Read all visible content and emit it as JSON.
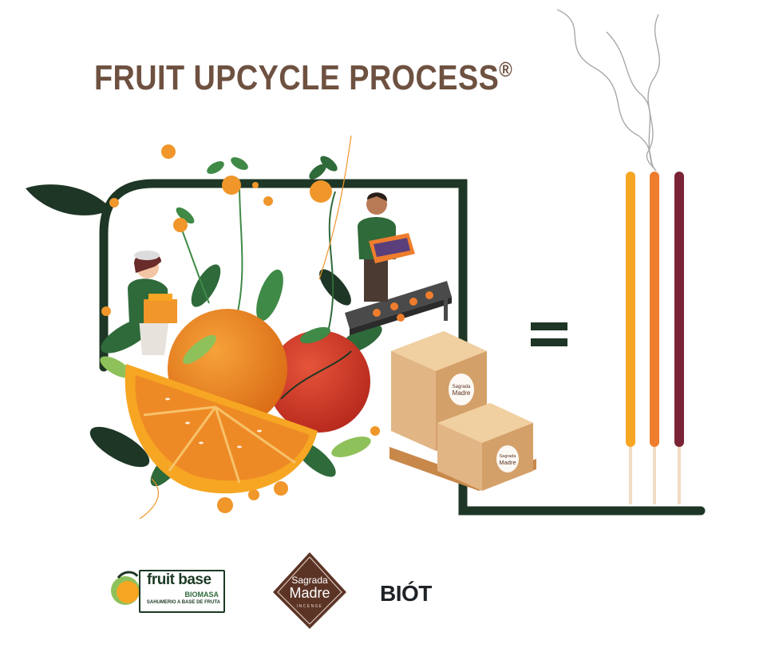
{
  "header": {
    "title": "FRUIT UPCYCLE PROCESS",
    "registered_mark": "®"
  },
  "logos": {
    "fruit_base": {
      "name": "fruit base",
      "line1": "BIOMASA",
      "line2": "SAHUMERIO A BASE DE FRUTA"
    },
    "sagrada_madre": {
      "line1": "Sagrada",
      "line2": "Madre",
      "line3": "INCENSE"
    },
    "biot": {
      "name": "BIÓT"
    }
  },
  "crate_labels": {
    "line1": "Sagrada",
    "line2": "Madre"
  },
  "colors": {
    "title_brown": "#6e5140",
    "frame_green": "#1e3625",
    "orange": "#f0962a",
    "stick_yellow": "#f6a623",
    "stick_orange": "#ee7d2d",
    "stick_purple": "#7a2336",
    "box_tan": "#e2b585",
    "sagrada_brown": "#5c3426"
  }
}
